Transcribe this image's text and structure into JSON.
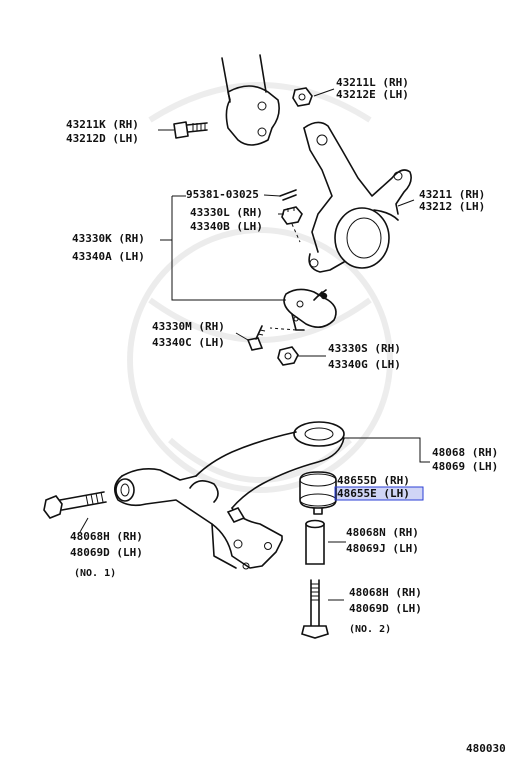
{
  "diagram": {
    "code": "480030",
    "labels": {
      "p43211L": "43211L (RH)",
      "p43212E": "43212E (LH)",
      "p43211K": "43211K (RH)",
      "p43212D": "43212D (LH)",
      "p95381": "95381-03025",
      "p43330L": "43330L (RH)",
      "p43340B": "43340B (LH)",
      "p43211": "43211 (RH)",
      "p43212": "43212 (LH)",
      "p43330K": "43330K (RH)",
      "p43340A": "43340A (LH)",
      "p43330M": "43330M (RH)",
      "p43340C": "43340C (LH)",
      "p43330S": "43330S (RH)",
      "p43340G": "43340G (LH)",
      "p48068": "48068 (RH)",
      "p48069": "48069 (LH)",
      "p48655D": "48655D (RH)",
      "p48655E": "48655E (LH)",
      "p48068H_1": "48068H (RH)",
      "p48069D_1": "48069D (LH)",
      "no1": "(NO. 1)",
      "p48068N": "48068N (RH)",
      "p48069J": "48069J (LH)",
      "p48068H_2": "48068H (RH)",
      "p48069D_2": "48069D (LH)",
      "no2": "(NO. 2)"
    }
  }
}
